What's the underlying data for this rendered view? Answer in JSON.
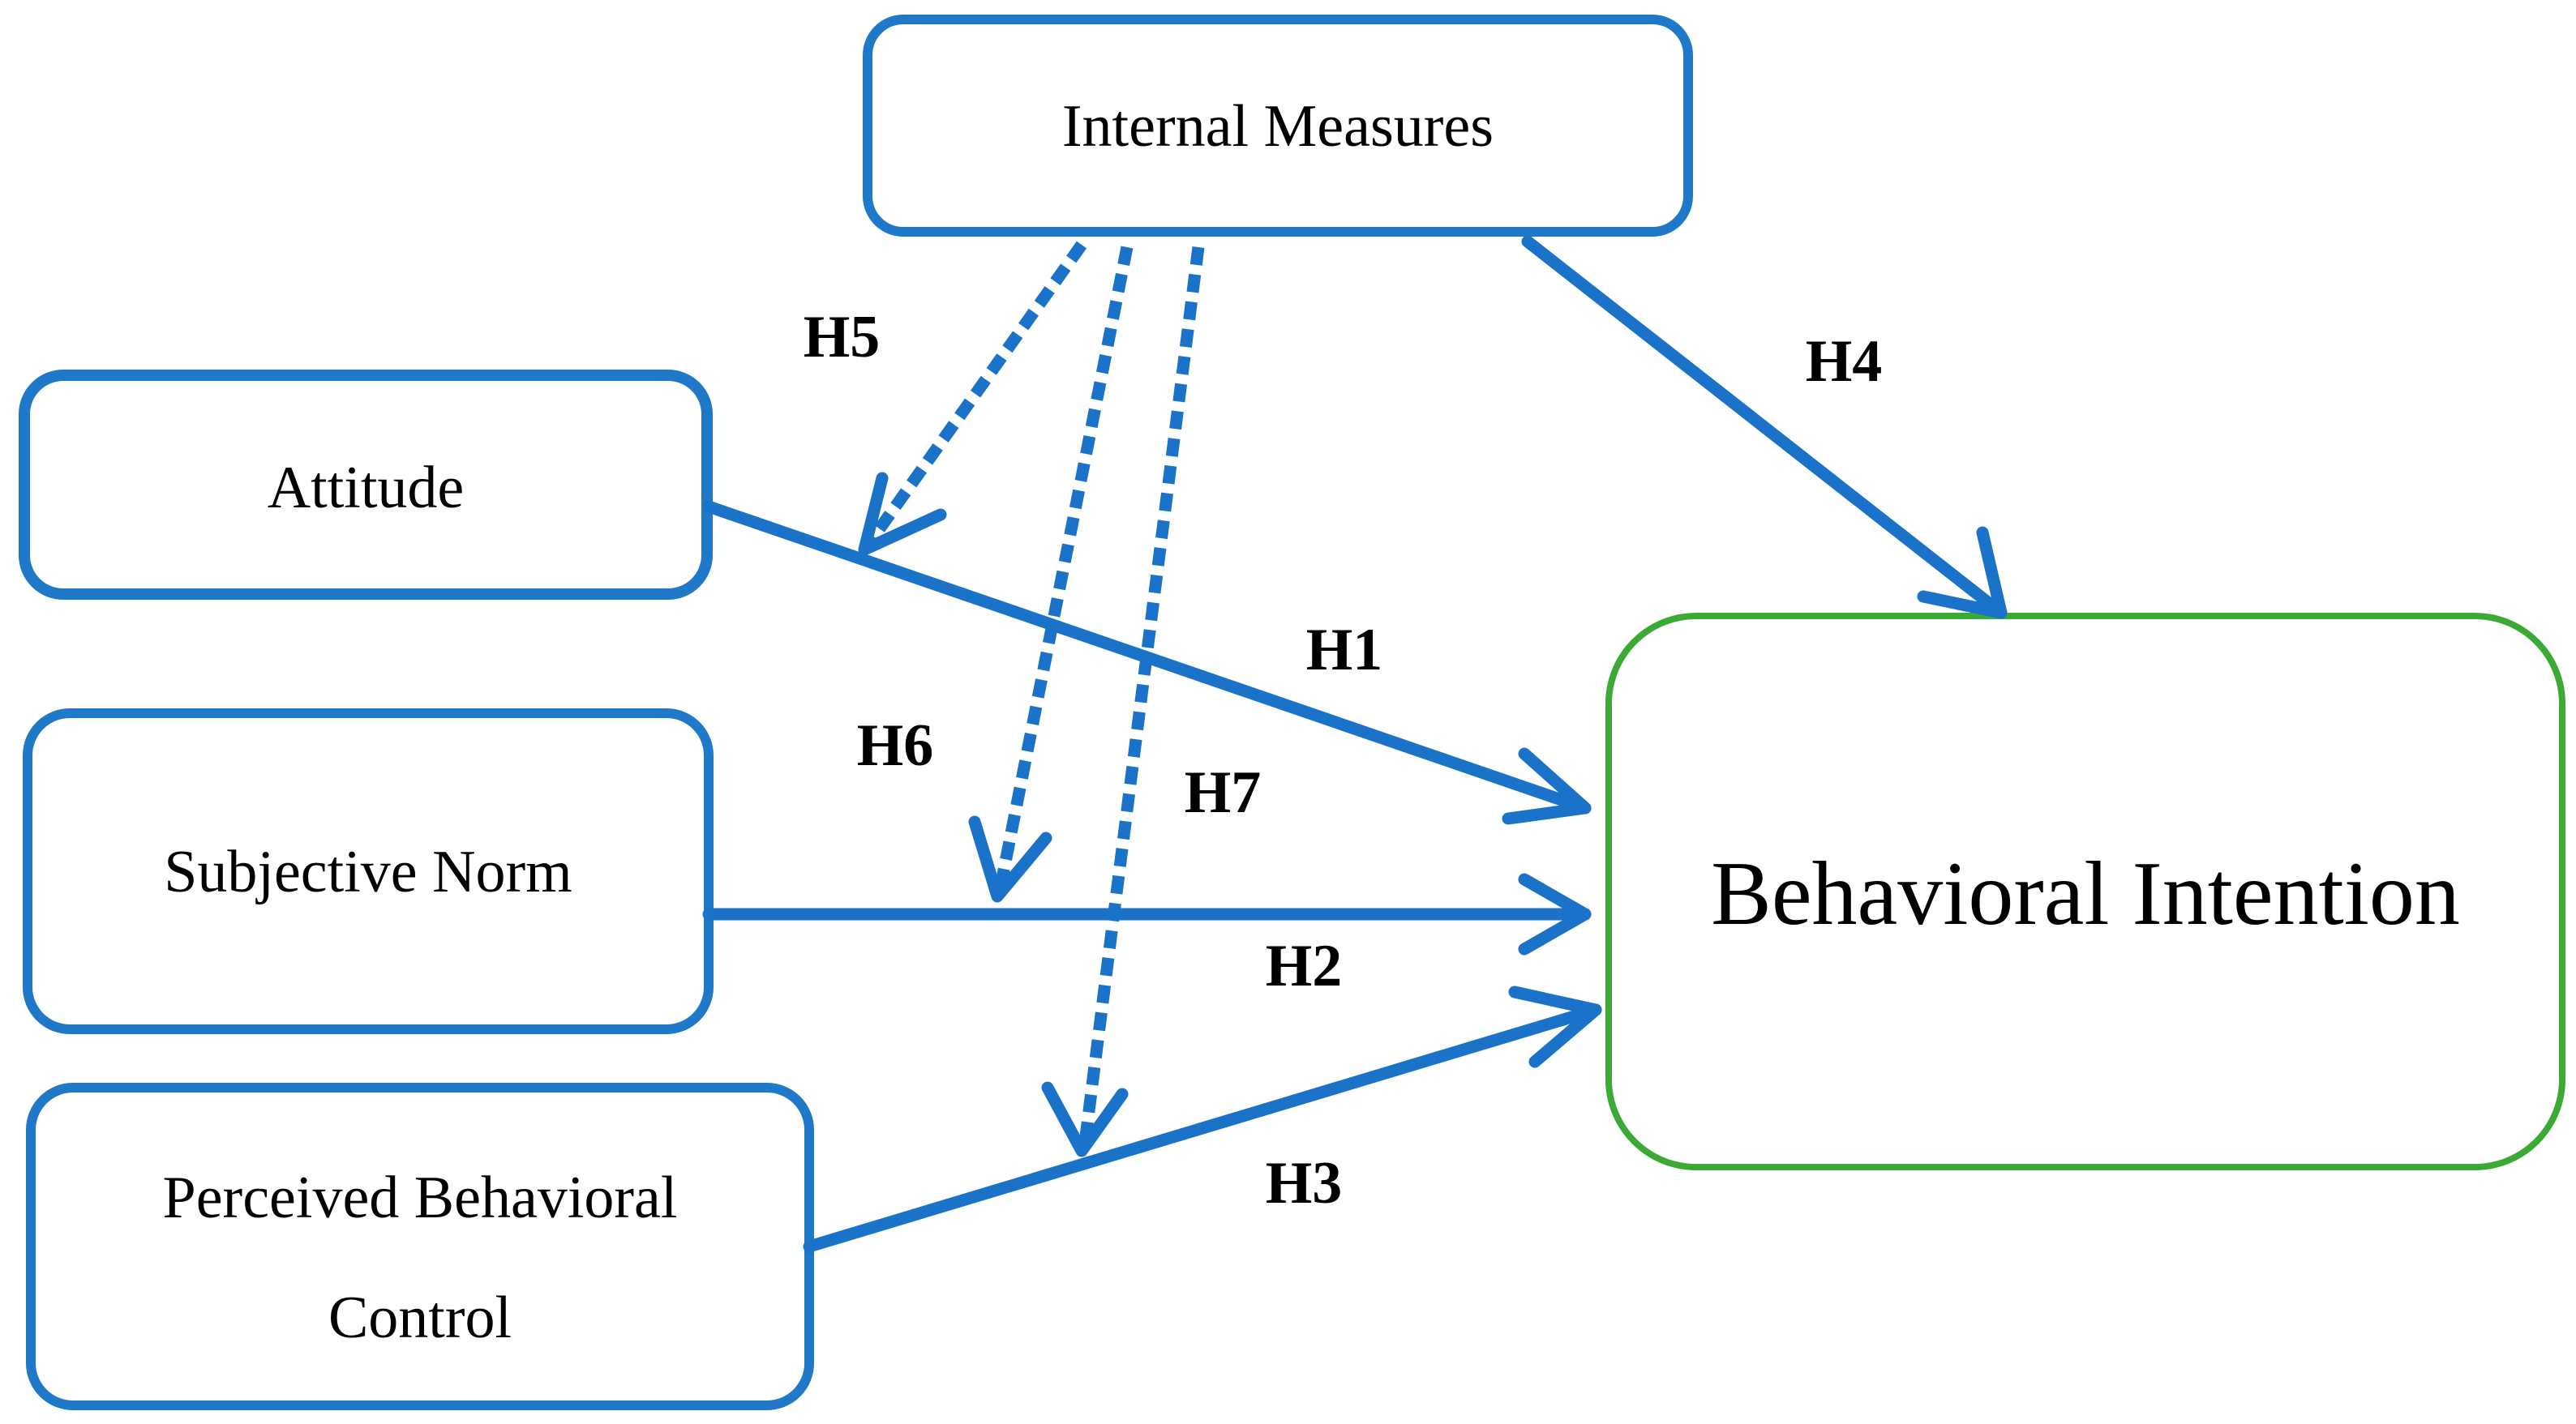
{
  "colors": {
    "box_stroke": "#1f78c8",
    "target_stroke": "#3aaa35",
    "arrow": "#1a73c9",
    "text": "#000000",
    "background": "#ffffff"
  },
  "nodes": {
    "internal_measures": {
      "label": "Internal Measures"
    },
    "attitude": {
      "label": "Attitude"
    },
    "subjective_norm": {
      "label": "Subjective Norm"
    },
    "perceived_behavioral_control": {
      "label_line1": "Perceived Behavioral",
      "label_line2": "Control"
    },
    "behavioral_intention": {
      "label": "Behavioral Intention"
    }
  },
  "hypotheses": {
    "h1": "H1",
    "h2": "H2",
    "h3": "H3",
    "h4": "H4",
    "h5": "H5",
    "h6": "H6",
    "h7": "H7"
  }
}
